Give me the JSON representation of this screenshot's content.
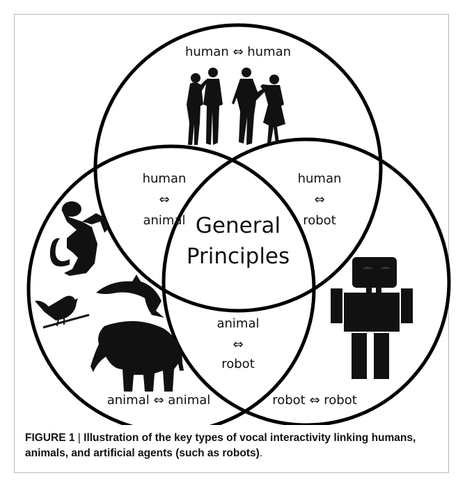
{
  "diagram": {
    "regions": {
      "human_human": "human ⇔ human",
      "human_animal": [
        "human",
        "⇔",
        "animal"
      ],
      "human_robot": [
        "human",
        "⇔",
        "robot"
      ],
      "center": [
        "General",
        "Principles"
      ],
      "animal_robot": [
        "animal",
        "⇔",
        "robot"
      ],
      "animal_animal": "animal ⇔ animal",
      "robot_robot": "robot ⇔ robot"
    },
    "icons": [
      "people-silhouettes-icon",
      "monkey-icon",
      "bird-icon",
      "dolphin-icon",
      "elephant-icon",
      "robot-icon"
    ]
  },
  "caption": {
    "label": "FIGURE 1",
    "separator": "|",
    "text": "Illustration of the key types of vocal interactivity linking humans, animals, and artificial agents (such as robots)",
    "end": "."
  }
}
